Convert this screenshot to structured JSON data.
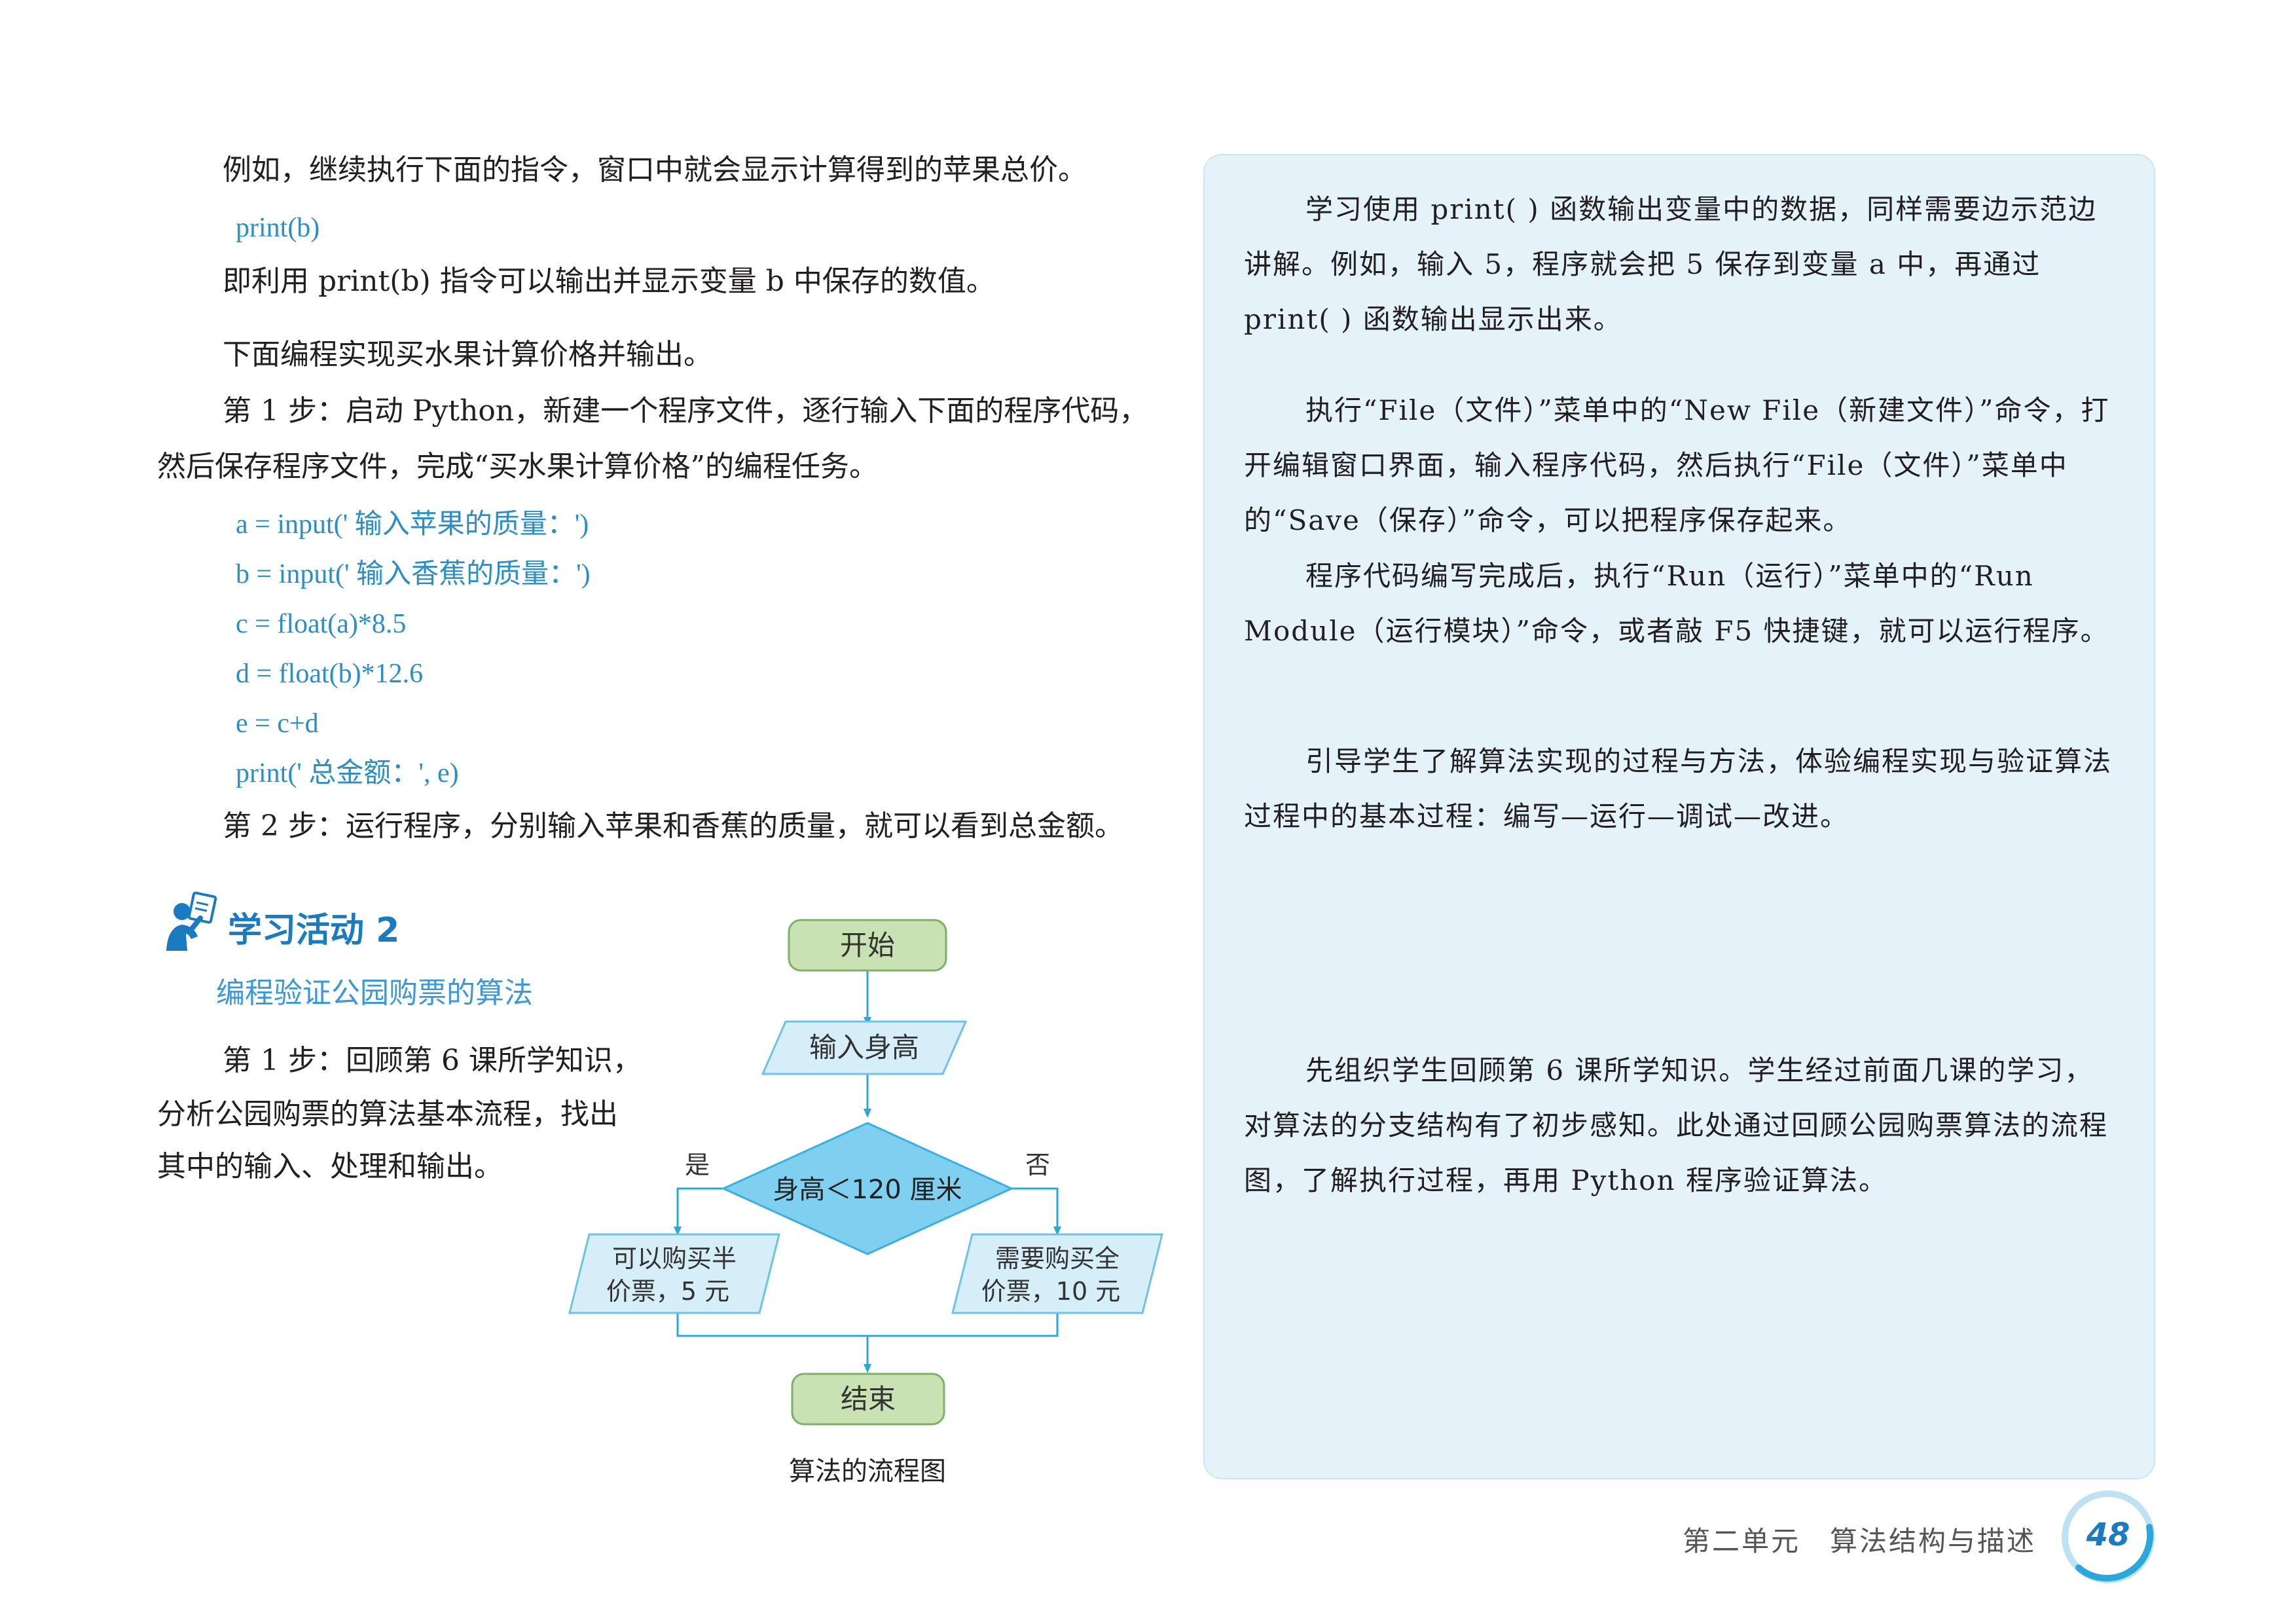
{
  "left": {
    "p1": "例如，继续执行下面的指令，窗口中就会显示计算得到的苹果总价。",
    "code1": "print(b)",
    "p2": "即利用 print(b) 指令可以输出并显示变量 b 中保存的数值。",
    "p3": "下面编程实现买水果计算价格并输出。",
    "step1_line1": "第 1 步：启动 Python，新建一个程序文件，逐行输入下面的程序代码，",
    "step1_line2": "然后保存程序文件，完成“买水果计算价格”的编程任务。",
    "code_lines": [
      "a = input(' 输入苹果的质量：')",
      "b = input(' 输入香蕉的质量：')",
      "c = float(a)*8.5",
      "d = float(b)*12.6",
      "e = c+d",
      "print(' 总金额：', e)"
    ],
    "step2": "第 2 步：运行程序，分别输入苹果和香蕉的质量，就可以看到总金额。"
  },
  "activity": {
    "title": "学习活动 2",
    "subtitle": "编程验证公园购票的算法",
    "lines": [
      "第 1 步：回顾第 6 课所学知识，",
      "分析公园购票的算法基本流程，找出",
      "其中的输入、处理和输出。"
    ]
  },
  "flowchart": {
    "start": "开始",
    "input": "输入身高",
    "decision": "身高＜120 厘米",
    "yes": "是",
    "no": "否",
    "left_box": [
      "可以购买半",
      "价票，5 元"
    ],
    "right_box": [
      "需要购买全",
      "价票，10 元"
    ],
    "end": "结束",
    "caption": "算法的流程图",
    "colors": {
      "terminal_fill": "#c9e2b3",
      "terminal_stroke": "#7fb069",
      "io_fill": "#d6eef8",
      "io_stroke": "#6cc3e6",
      "diamond_fill": "#7fd0f0",
      "diamond_stroke": "#39b0e0",
      "arrow": "#2aa8dc"
    }
  },
  "side_notes": [
    "学习使用 print( ) 函数输出变量中的数据，同样需要边示范边讲解。例如，输入 5，程序就会把 5 保存到变量 a 中，再通过 print( ) 函数输出显示出来。",
    "执行“File（文件）”菜单中的“New File（新建文件）”命令，打开编辑窗口界面，输入程序代码，然后执行“File（文件）”菜单中的“Save（保存）”命令，可以把程序保存起来。",
    "程序代码编写完成后，执行“Run（运行）”菜单中的“Run Module（运行模块）”命令，或者敲 F5 快捷键，就可以运行程序。",
    "引导学生了解算法实现的过程与方法，体验编程实现与验证算法过程中的基本过程：编写—运行—调试—改进。",
    "先组织学生回顾第 6 课所学知识。学生经过前面几课的学习，对算法的分支结构有了初步感知。此处通过回顾公园购票算法的流程图，了解执行过程，再用 Python 程序验证算法。"
  ],
  "footer": {
    "unit": "第二单元　算法结构与描述",
    "page": "48"
  }
}
